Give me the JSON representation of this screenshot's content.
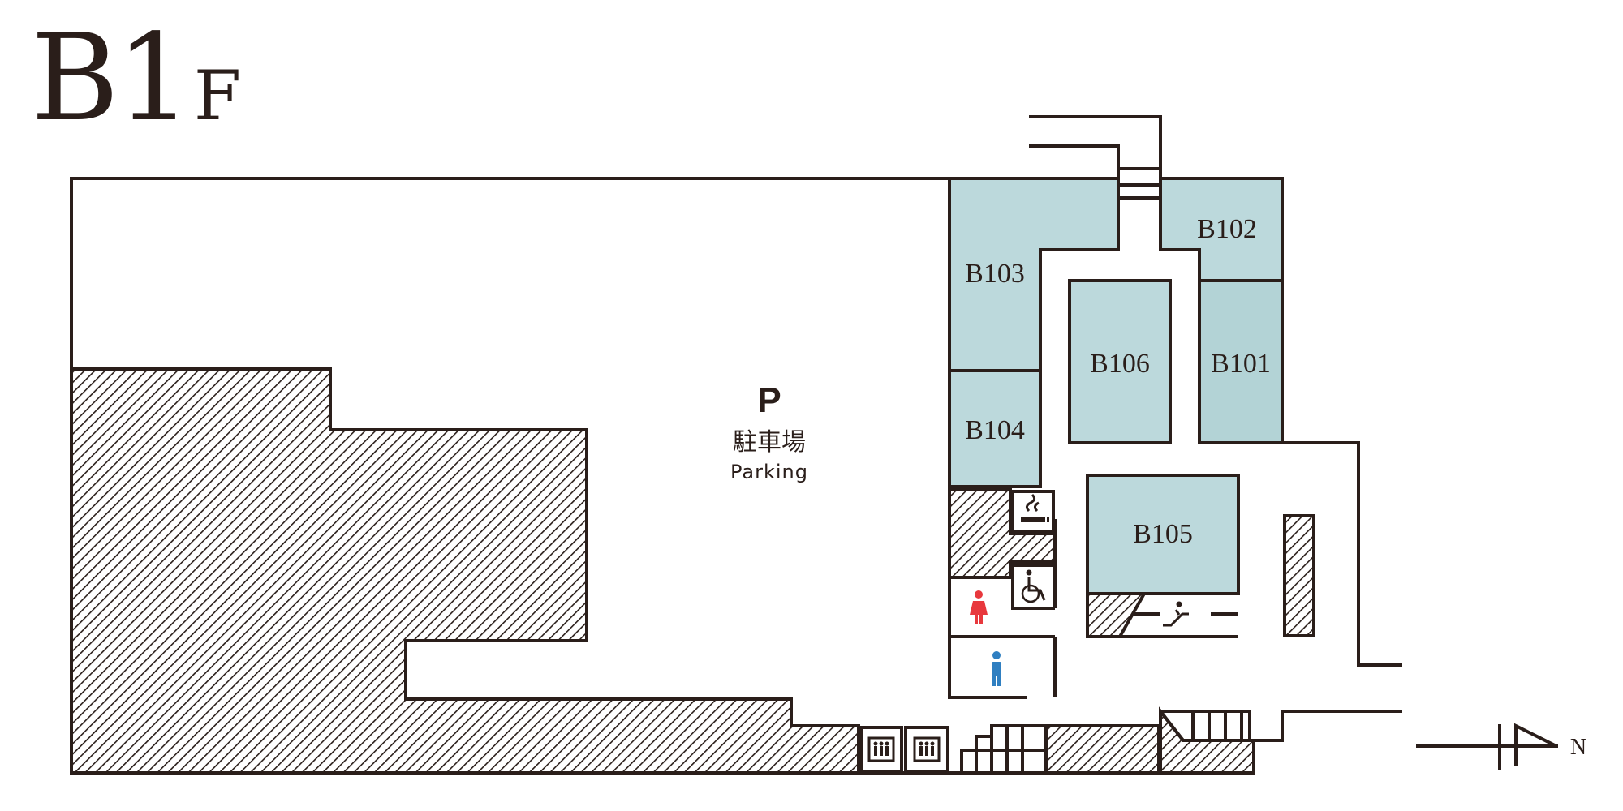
{
  "floor": {
    "number": "B1",
    "suffix": "F"
  },
  "parking": {
    "symbol": "P",
    "label_jp": "駐車場",
    "label_en": "Parking"
  },
  "rooms": {
    "b101": "B101",
    "b102": "B102",
    "b103": "B103",
    "b104": "B104",
    "b105": "B105",
    "b106": "B106"
  },
  "compass": {
    "label": "N"
  },
  "icons": [
    "smoking-area-icon",
    "accessible-restroom-icon",
    "womens-restroom-icon",
    "mens-restroom-icon",
    "escalator-icon",
    "elevator-icon",
    "stairs-icon",
    "north-arrow-icon"
  ],
  "colors": {
    "shop": "#bcd9dc",
    "line": "#2a1e1a",
    "women": "#e8383d",
    "men": "#2f7fc1"
  }
}
